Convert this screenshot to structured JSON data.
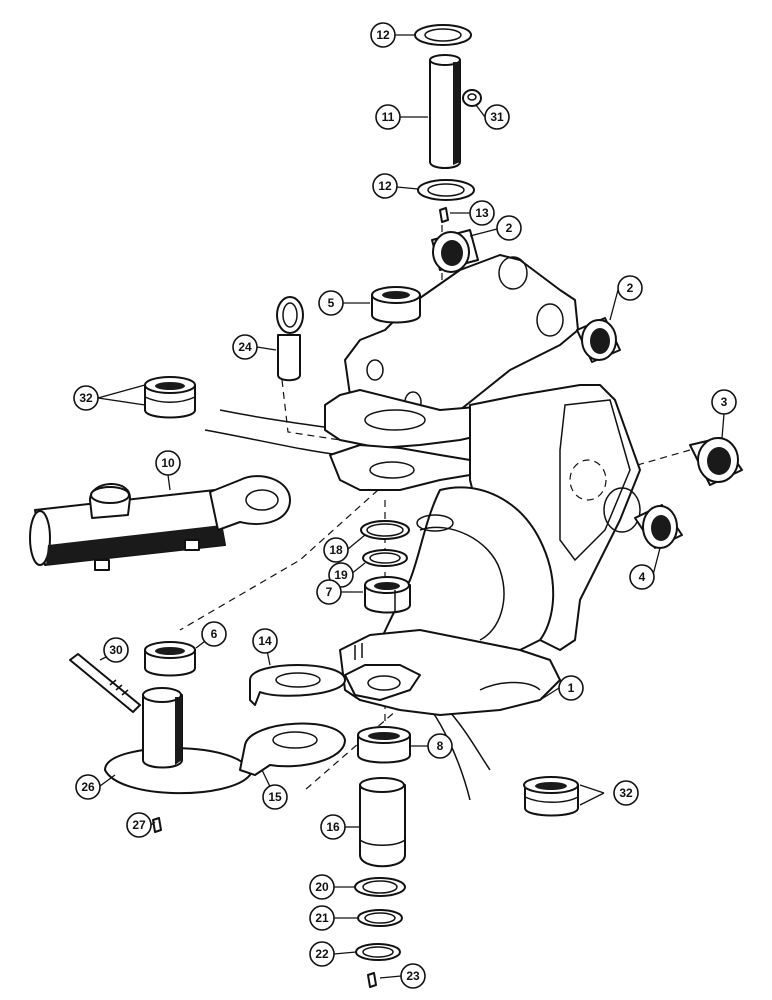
{
  "diagram": {
    "callouts": [
      {
        "id": "c12a",
        "label": "12"
      },
      {
        "id": "c11",
        "label": "11"
      },
      {
        "id": "c31",
        "label": "31"
      },
      {
        "id": "c12b",
        "label": "12"
      },
      {
        "id": "c13",
        "label": "13"
      },
      {
        "id": "c2a",
        "label": "2"
      },
      {
        "id": "c2b",
        "label": "2"
      },
      {
        "id": "c5",
        "label": "5"
      },
      {
        "id": "c24",
        "label": "24"
      },
      {
        "id": "c32a",
        "label": "32"
      },
      {
        "id": "c3",
        "label": "3"
      },
      {
        "id": "c10",
        "label": "10"
      },
      {
        "id": "c18",
        "label": "18"
      },
      {
        "id": "c19",
        "label": "19"
      },
      {
        "id": "c4",
        "label": "4"
      },
      {
        "id": "c7",
        "label": "7"
      },
      {
        "id": "c6",
        "label": "6"
      },
      {
        "id": "c30",
        "label": "30"
      },
      {
        "id": "c14",
        "label": "14"
      },
      {
        "id": "c1",
        "label": "1"
      },
      {
        "id": "c8",
        "label": "8"
      },
      {
        "id": "c26",
        "label": "26"
      },
      {
        "id": "c15",
        "label": "15"
      },
      {
        "id": "c32b",
        "label": "32"
      },
      {
        "id": "c27",
        "label": "27"
      },
      {
        "id": "c16",
        "label": "16"
      },
      {
        "id": "c20",
        "label": "20"
      },
      {
        "id": "c21",
        "label": "21"
      },
      {
        "id": "c22",
        "label": "22"
      },
      {
        "id": "c23",
        "label": "23"
      }
    ]
  }
}
